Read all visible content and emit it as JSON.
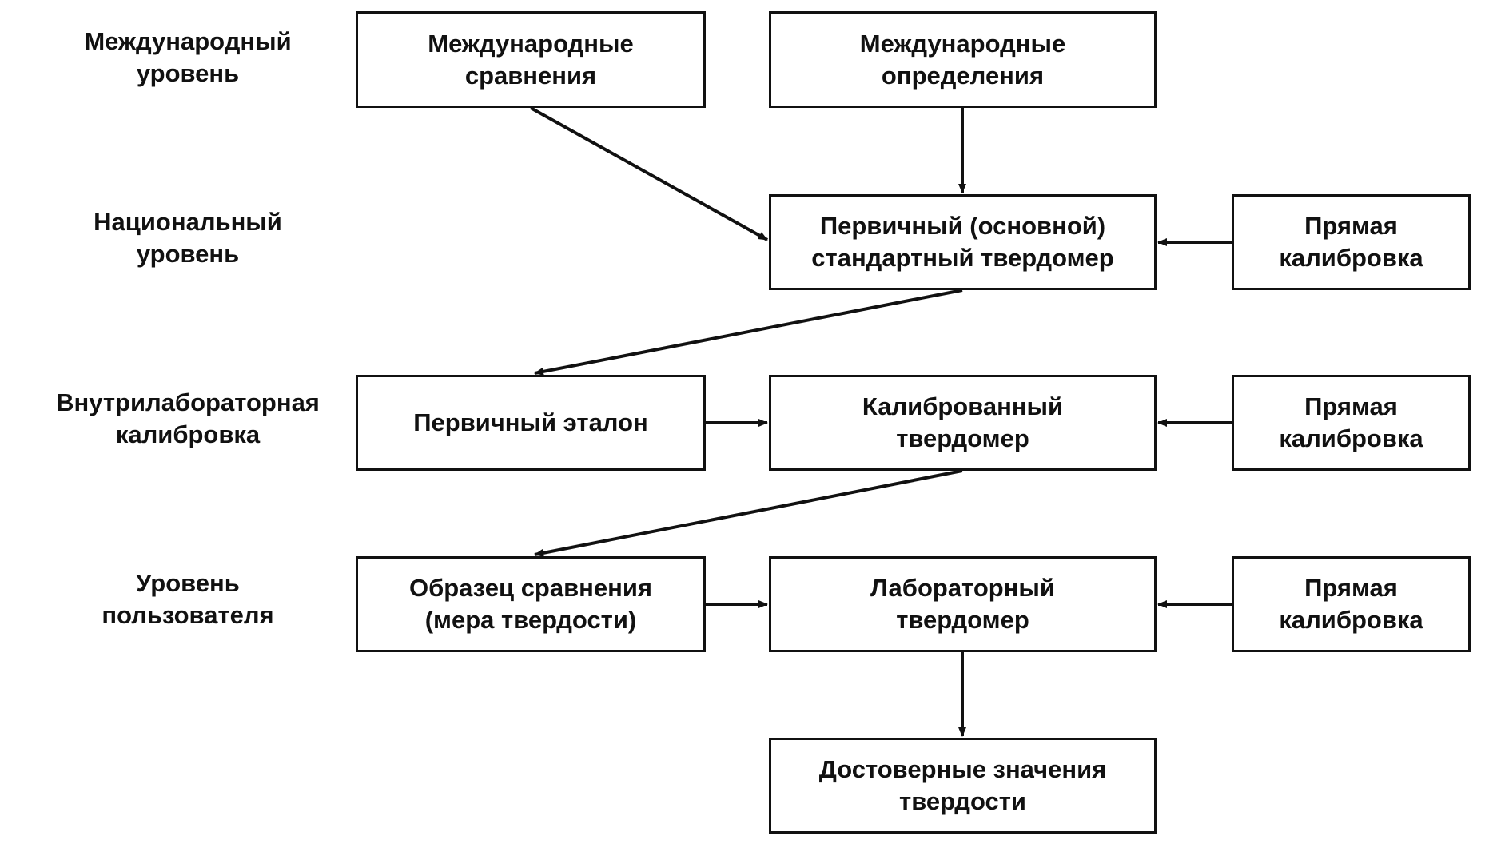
{
  "levels": {
    "international": "Международный\nуровень",
    "national": "Национальный\nуровень",
    "intralab": "Внутрилабораторная\nкалибровка",
    "user": "Уровень\nпользователя"
  },
  "boxes": {
    "intl_comparisons": "Международные\nсравнения",
    "intl_definitions": "Международные\nопределения",
    "primary_standard_tester": "Первичный (основной)\nстандартный твердомер",
    "direct_calibration_1": "Прямая\nкалибровка",
    "primary_etalon": "Первичный эталон",
    "calibrated_tester": "Калиброванный\nтвердомер",
    "direct_calibration_2": "Прямая\nкалибровка",
    "reference_block": "Образец сравнения\n(мера твердости)",
    "lab_tester": "Лабораторный\nтвердомер",
    "direct_calibration_3": "Прямая\nкалибровка",
    "reliable_values": "Достоверные значения\nтвердости"
  },
  "colors": {
    "ink": "#111111",
    "background": "#ffffff"
  }
}
